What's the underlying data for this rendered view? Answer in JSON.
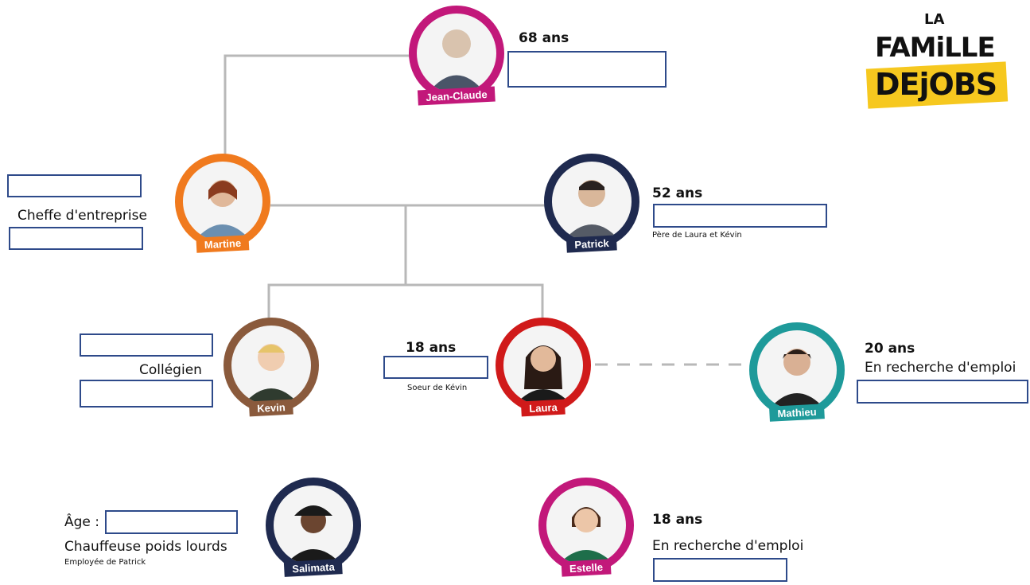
{
  "logo": {
    "line1": "LA",
    "line2": "FAMiLLE",
    "line3": "DEjOBS",
    "accent": "#f6c81f"
  },
  "colors": {
    "magenta": "#c2187a",
    "orange": "#f07a1e",
    "navy": "#1f2a4f",
    "brown": "#8a5a3c",
    "red": "#d01a1a",
    "teal": "#1e9a9a",
    "connector": "#b8b8b8",
    "box_border": "#2e4a8a"
  },
  "people": {
    "jean_claude": {
      "name": "Jean-Claude",
      "age": "68 ans"
    },
    "martine": {
      "name": "Martine",
      "role": "Cheffe d'entreprise"
    },
    "patrick": {
      "name": "Patrick",
      "age": "52 ans",
      "note": "Père de Laura et Kévin"
    },
    "kevin": {
      "name": "Kevin",
      "role": "Collégien"
    },
    "laura": {
      "name": "Laura",
      "age": "18 ans",
      "note": "Soeur de Kévin"
    },
    "mathieu": {
      "name": "Mathieu",
      "age": "20 ans",
      "role": "En recherche d'emploi"
    },
    "salimata": {
      "name": "Salimata",
      "age_label": "Âge :",
      "role": "Chauffeuse poids lourds",
      "note": "Employée de Patrick"
    },
    "estelle": {
      "name": "Estelle",
      "age": "18 ans",
      "role": "En recherche d'emploi"
    }
  }
}
